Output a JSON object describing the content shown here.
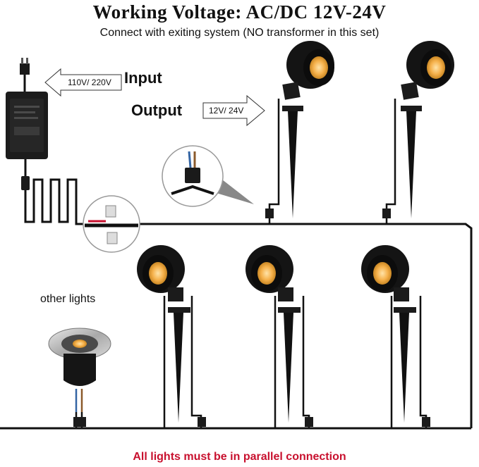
{
  "header": {
    "title": "Working Voltage: AC/DC 12V-24V",
    "subtitle": "Connect with exiting system (NO transformer in this set)"
  },
  "input": {
    "label": "Input",
    "voltage": "110V/ 220V"
  },
  "output": {
    "label": "Output",
    "voltage": "12V/ 24V"
  },
  "other_lights_label": "other lights",
  "footer_note": "All lights must be in parallel connection",
  "colors": {
    "footer": "#c8102e",
    "cable": "#111111",
    "led": "#f5b04a"
  }
}
